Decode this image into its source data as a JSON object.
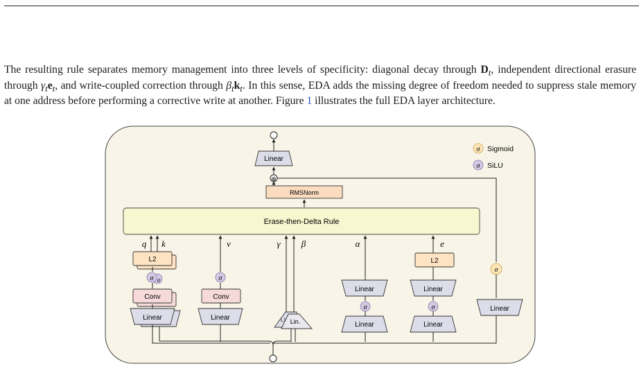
{
  "paragraph": {
    "part1": "The resulting rule separates memory management into three levels of specificity: diagonal decay through ",
    "d_sym": "D",
    "part2": ", independent directional erasure through ",
    "gamma_sym": "γ",
    "e_sym": "e",
    "part3": ", and write-coupled correction through ",
    "beta_sym": "β",
    "k_sym": "k",
    "part4": ". In this sense, EDA adds the missing degree of freedom needed to suppress stale memory at one address before performing a corrective write at another. Figure ",
    "fig_ref": "1",
    "part5": " illustrates the full EDA layer architecture.",
    "subscript": "t"
  },
  "figure": {
    "legend": {
      "sigmoid_label": "Sigmoid",
      "silu_label": "SiLU",
      "sigma": "σ"
    },
    "blocks": {
      "linear": "Linear",
      "lin_short": "Lin.",
      "rmsnorm": "RMSNorm",
      "rule": "Erase-then-Delta Rule",
      "l2": "L2",
      "conv": "Conv",
      "sigma": "σ",
      "multiply": "⊗"
    },
    "labels": {
      "q": "q",
      "k": "k",
      "v": "v",
      "gamma": "γ",
      "beta": "β",
      "alpha": "α",
      "e": "e"
    },
    "colors": {
      "panel_fill": "#f8f5e8",
      "linear_fill": "#dcdde9",
      "l2_fill": "#fde3c2",
      "conv_fill": "#f6dada",
      "rmsnorm_fill": "#fbdcc0",
      "rule_fill": "#f8f7cf",
      "silu_fill": "#d5c9e6",
      "sigmoid_fill": "#fde6b5"
    }
  }
}
